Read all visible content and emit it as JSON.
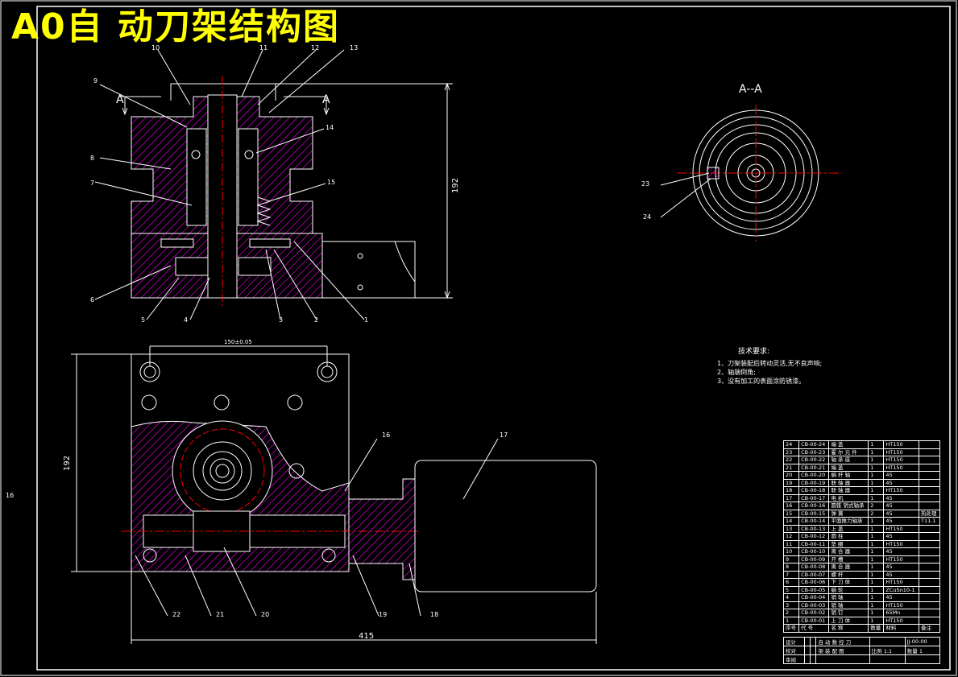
{
  "title": "A0自 动刀架结构图",
  "section_label": "A--A",
  "cut_marker": "A",
  "dimensions": {
    "height_top": "192",
    "height_bottom": "192",
    "width_bottom": "415",
    "hole_span": "150±0.05"
  },
  "part_callouts": [
    "1",
    "2",
    "3",
    "4",
    "5",
    "6",
    "7",
    "8",
    "9",
    "10",
    "11",
    "12",
    "13",
    "14",
    "15",
    "16",
    "17",
    "18",
    "19",
    "20",
    "21",
    "22",
    "23",
    "24"
  ],
  "side_number": "16",
  "tech_requirements": {
    "heading": "技术要求:",
    "items": [
      "1、刀架装配后转动灵活,无不良声响;",
      "2、轴端倒角;",
      "3、没有加工的表面涂防锈漆。"
    ]
  },
  "bom": [
    {
      "no": "24",
      "code": "CB-00-24",
      "name": "端 盖",
      "qty": "1",
      "mat": "HT150",
      "note": ""
    },
    {
      "no": "23",
      "code": "CB-00-23",
      "name": "霍 尔 元 件",
      "qty": "1",
      "mat": "HT150",
      "note": ""
    },
    {
      "no": "22",
      "code": "CB-00-22",
      "name": "轴 承 座",
      "qty": "1",
      "mat": "HT150",
      "note": ""
    },
    {
      "no": "21",
      "code": "CB-00-21",
      "name": "端 盖",
      "qty": "1",
      "mat": "HT150",
      "note": ""
    },
    {
      "no": "20",
      "code": "CB-00-20",
      "name": "蜗 杆 轴",
      "qty": "1",
      "mat": "45",
      "note": ""
    },
    {
      "no": "19",
      "code": "CB-00-19",
      "name": "联 轴 器",
      "qty": "1",
      "mat": "45",
      "note": ""
    },
    {
      "no": "18",
      "code": "CB-00-18",
      "name": "联 轴 器",
      "qty": "1",
      "mat": "HT150",
      "note": ""
    },
    {
      "no": "17",
      "code": "CB-00-17",
      "name": "电 机",
      "qty": "1",
      "mat": "45",
      "note": ""
    },
    {
      "no": "16",
      "code": "CB-00-16",
      "name": "圆锥 销式轴承",
      "qty": "2",
      "mat": "45",
      "note": ""
    },
    {
      "no": "15",
      "code": "CB-00-15",
      "name": "弹 簧",
      "qty": "2",
      "mat": "45",
      "note": "热处理"
    },
    {
      "no": "14",
      "code": "CB-00-14",
      "name": "平面推力轴承",
      "qty": "1",
      "mat": "45",
      "note": "T11.1"
    },
    {
      "no": "13",
      "code": "CB-00-13",
      "name": "上 盖",
      "qty": "1",
      "mat": "HT150",
      "note": ""
    },
    {
      "no": "12",
      "code": "CB-00-12",
      "name": "圆 柱",
      "qty": "1",
      "mat": "45",
      "note": ""
    },
    {
      "no": "11",
      "code": "CB-00-11",
      "name": "垫 圈",
      "qty": "1",
      "mat": "HT150",
      "note": ""
    },
    {
      "no": "10",
      "code": "CB-00-10",
      "name": "离 合 器",
      "qty": "1",
      "mat": "45",
      "note": ""
    },
    {
      "no": "9",
      "code": "CB-00-09",
      "name": "开 槽",
      "qty": "1",
      "mat": "HT150",
      "note": ""
    },
    {
      "no": "8",
      "code": "CB-00-08",
      "name": "离 合 器",
      "qty": "1",
      "mat": "45",
      "note": ""
    },
    {
      "no": "7",
      "code": "CB-00-07",
      "name": "螺 杆",
      "qty": "1",
      "mat": "45",
      "note": ""
    },
    {
      "no": "6",
      "code": "CB-00-06",
      "name": "下 刀 体",
      "qty": "1",
      "mat": "HT150",
      "note": ""
    },
    {
      "no": "5",
      "code": "CB-00-05",
      "name": "蜗 轮",
      "qty": "1",
      "mat": "ZCuSn10-1",
      "note": ""
    },
    {
      "no": "4",
      "code": "CB-00-04",
      "name": "销 轴",
      "qty": "1",
      "mat": "45",
      "note": ""
    },
    {
      "no": "3",
      "code": "CB-00-03",
      "name": "销 轴",
      "qty": "1",
      "mat": "HT150",
      "note": ""
    },
    {
      "no": "2",
      "code": "CB-00-02",
      "name": "销 钉",
      "qty": "1",
      "mat": "65Mn",
      "note": ""
    },
    {
      "no": "1",
      "code": "CB-00-01",
      "name": "上 刀 体",
      "qty": "1",
      "mat": "HT150",
      "note": ""
    },
    {
      "no": "序号",
      "code": "代 号",
      "name": "名 称",
      "qty": "数量",
      "mat": "材料",
      "note": "备注"
    }
  ],
  "title_block": {
    "r1": [
      "设计",
      "",
      "",
      "自 动 数 控 刀",
      "",
      "JJ-00-00"
    ],
    "r2": [
      "校对",
      "",
      "",
      "架 装 配 图",
      "比例 1:1",
      "数量 1"
    ],
    "r3": [
      "审阅",
      "",
      "",
      "",
      "",
      ""
    ]
  },
  "colors": {
    "line": "#ffffff",
    "hatch": "#ff00ff",
    "center": "#ff0000",
    "title": "#ffff00"
  }
}
